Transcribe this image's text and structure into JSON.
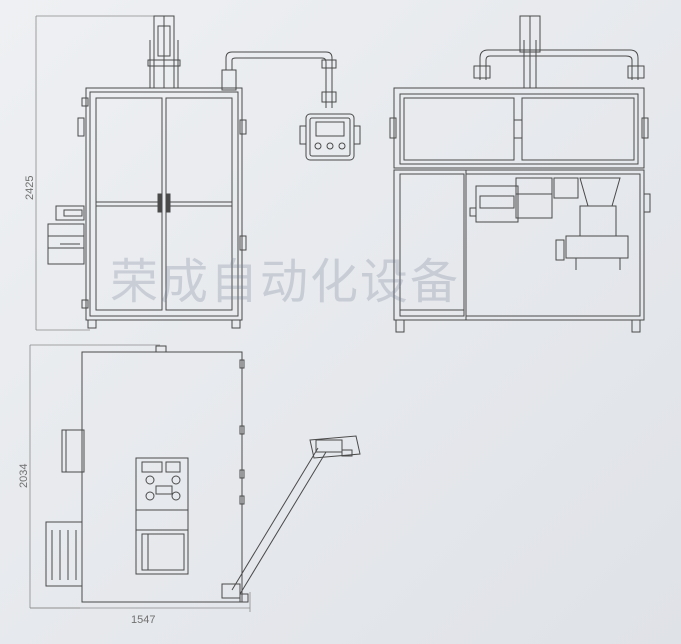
{
  "watermark": "荣成自动化设备",
  "dimensions": {
    "front_height": "2425",
    "top_depth": "2034",
    "top_width": "1547"
  },
  "colors": {
    "background": "#e8eaee",
    "line": "#4a4a4a",
    "dim_line": "#8a8a8a",
    "watermark": "#8c96a8"
  }
}
